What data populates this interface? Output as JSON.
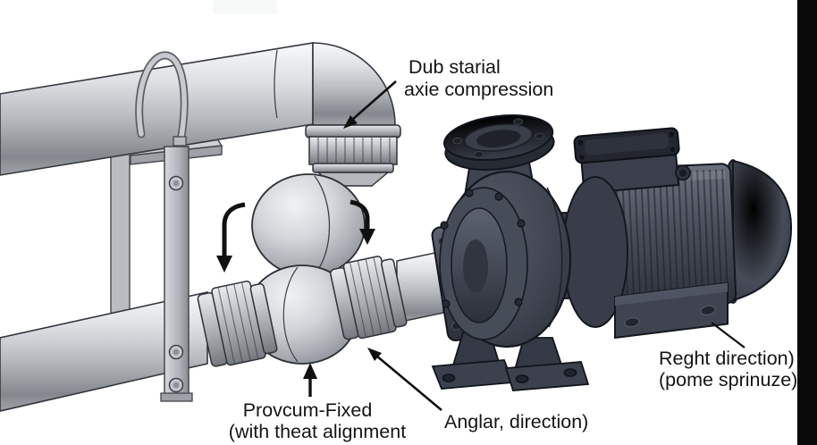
{
  "diagram": {
    "kind": "pump-piping-installation-illustration",
    "labels": {
      "top": {
        "line1": "Dub starial",
        "line2": "axie compression"
      },
      "fixed": {
        "line1": "Provcum-Fixed",
        "line2": "(with theat alignment"
      },
      "angular": {
        "text": "Anglar, direction)"
      },
      "right": {
        "line1": "Reght direction)",
        "line2": "(pome sprinuze)"
      }
    },
    "components": [
      "upper-pipe",
      "pipe-elbow",
      "u-bolt-clamp",
      "pipe-support-bracket",
      "union-coupling-top",
      "ball-joint-upper",
      "ball-joint-lower",
      "union-coupling-left",
      "union-coupling-right",
      "lower-pipe",
      "suction-flange",
      "centrifugal-pump",
      "discharge-flange",
      "pump-feet",
      "electric-motor",
      "motor-junction-box",
      "motor-end-cap",
      "motor-foot"
    ],
    "colors": {
      "background": "#ffffff",
      "pipe_light": "#f2f3f5",
      "pipe_mid": "#c3c6cb",
      "pipe_dark": "#84888e",
      "dark_metal": "#454a57",
      "dark_metal_deep": "#2b2f39",
      "outline": "#1a1d24",
      "arrow": "#101010",
      "text": "#141414",
      "side_band": "#0a0a0a"
    }
  }
}
